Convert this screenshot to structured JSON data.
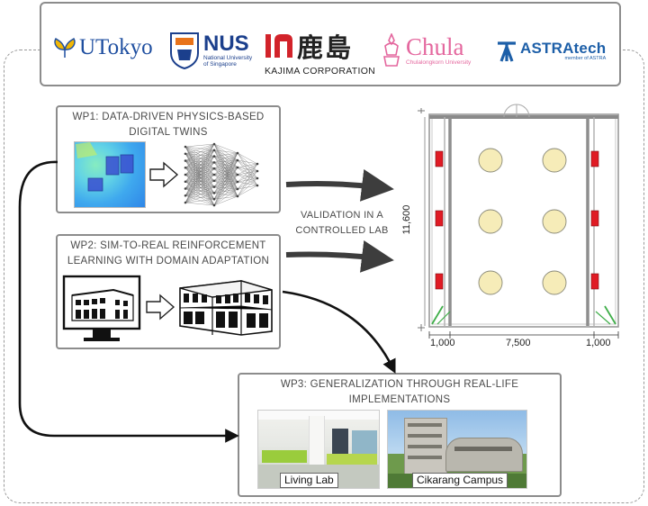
{
  "logos": {
    "utokyo": "UTokyo",
    "nus": "NUS",
    "nus_sub1": "National University",
    "nus_sub2": "of Singapore",
    "kajima_cjk": "鹿島",
    "kajima": "KAJIMA CORPORATION",
    "chula": "Chula",
    "chula_sub": "Chulalongkorn University",
    "astra": "ASTRAtech",
    "astra_sub": "member of ASTRA"
  },
  "wp1": {
    "title": "WP1: DATA-DRIVEN PHYSICS-BASED DIGITAL TWINS"
  },
  "wp2": {
    "title": "WP2: SIM-TO-REAL REINFORCEMENT LEARNING WITH DOMAIN ADAPTATION"
  },
  "wp3": {
    "title": "WP3: GENERALIZATION THROUGH  REAL-LIFE IMPLEMENTATIONS"
  },
  "validation": "VALIDATION IN A CONTROLLED LAB",
  "floorplan": {
    "height_dim": "11,600",
    "dim_left": "1,000",
    "dim_mid": "7,500",
    "dim_right": "1,000"
  },
  "photos": {
    "living_lab": "Living Lab",
    "campus": "Cikarang Campus"
  },
  "colors": {
    "utokyo_blue": "#1f4fa0",
    "utokyo_yellow": "#f2b705",
    "nus_blue": "#1b3f8c",
    "kajima_red": "#d2232a",
    "chula_pink": "#e4679e",
    "astra_blue": "#1d5fa8",
    "light_fixture": "#f6ecb8",
    "diffuser_red": "#e01b24"
  }
}
